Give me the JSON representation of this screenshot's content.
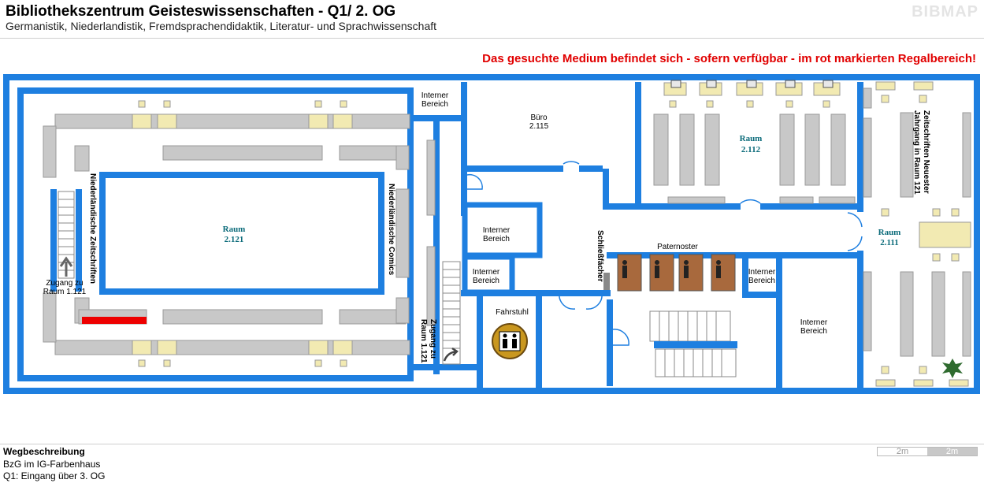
{
  "header": {
    "title": "Bibliothekszentrum Geisteswissenschaften - Q1/ 2. OG",
    "subtitle": "Germanistik, Niederlandistik, Fremdsprachendidaktik, Literatur- und Sprachwissenschaft",
    "logo": "BIBMAP"
  },
  "notice": "Das gesuchte Medium befindet sich - sofern verfügbar - im rot markierten Regalbereich!",
  "map": {
    "rooms": {
      "r2121_a": "Raum",
      "r2121_b": "2.121",
      "r2112_a": "Raum",
      "r2112_b": "2.112",
      "r2111_a": "Raum",
      "r2111_b": "2.111",
      "buero_a": "Büro",
      "buero_b": "2.115"
    },
    "labels": {
      "interner_a": "Interner",
      "interner_b": "Bereich",
      "fahrstuhl": "Fahrstuhl",
      "paternoster": "Paternoster",
      "schliessfaecher": "Schließfächer",
      "niederl_zeitschriften": "Niederländische Zeitschriften",
      "niederl_comics": "Niederländische Comics",
      "zugang_1121_a": "Zugang zu",
      "zugang_1121_b": "Raum 1.121",
      "zugang_vert_a": "Zugang zu",
      "zugang_vert_b": "Raum 1.121",
      "zeitschriften_a": "Zeitschriften Neuester",
      "zeitschriften_b": "Jahrgang in Raum 121"
    },
    "colors": {
      "wall": "#1e7fe0",
      "shelf": "#c8c8c8",
      "table": "#f2eab2",
      "highlight": "#ee0000",
      "elevator": "#a8693d"
    }
  },
  "footer": {
    "route_title": "Wegbeschreibung",
    "route_line1": "BzG im IG-Farbenhaus",
    "route_line2": "Q1: Eingang über 3. OG",
    "scale_a": "2m",
    "scale_b": "2m"
  }
}
